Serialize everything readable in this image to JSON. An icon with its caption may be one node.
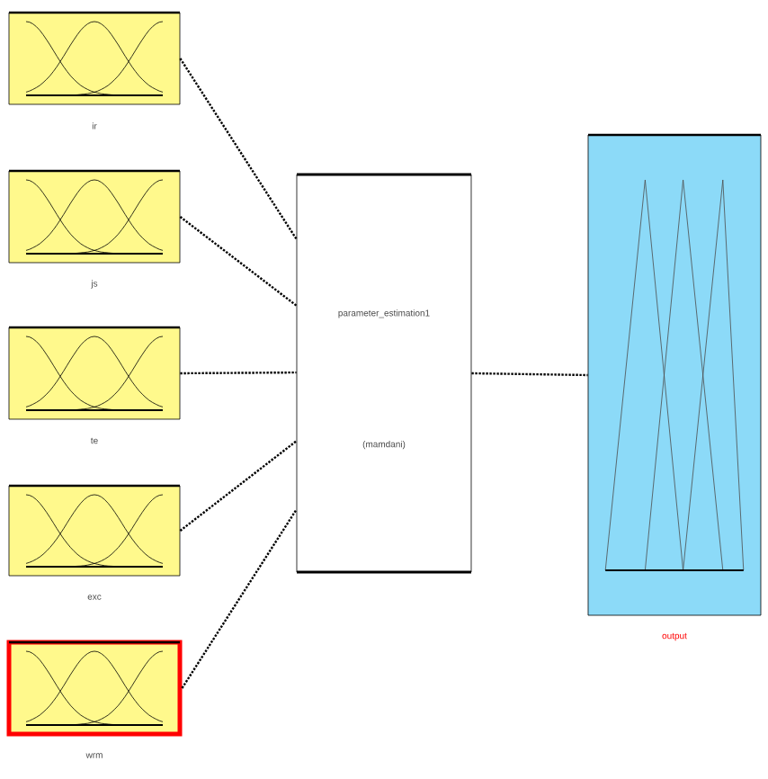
{
  "diagram": {
    "nodes": [
      {
        "text": [],
        "shape": "box",
        "beside": [
          "ir"
        ]
      },
      {
        "text": [],
        "shape": "box",
        "beside": [
          "js"
        ]
      },
      {
        "text": [],
        "shape": "box",
        "beside": [
          "te"
        ]
      },
      {
        "text": [],
        "shape": "box",
        "beside": [
          "exc"
        ]
      },
      {
        "text": [],
        "shape": "box",
        "beside": [
          "wrm"
        ]
      },
      {
        "text": [
          "parameter_estimation1",
          "(mamdani)"
        ]
      },
      {
        "text": [],
        "shape": "box",
        "beside": [
          "output"
        ]
      }
    ],
    "edges": [
      {
        "from": 0,
        "to": 5,
        "arrow": "none",
        "style": "dashed"
      },
      {
        "from": 1,
        "to": 5,
        "arrow": "none",
        "style": "dashed"
      },
      {
        "from": 2,
        "to": 5,
        "arrow": "none",
        "style": "dashed"
      },
      {
        "from": 3,
        "to": 5,
        "arrow": "none",
        "style": "dashed"
      },
      {
        "from": 4,
        "to": 5,
        "arrow": "none",
        "style": "dashed"
      },
      {
        "from": 5,
        "to": 6,
        "arrow": "none",
        "style": "dashed"
      }
    ]
  }
}
